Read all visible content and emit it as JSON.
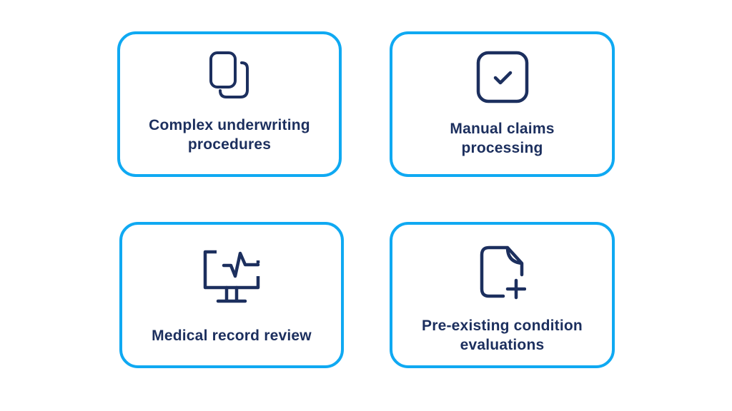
{
  "colors": {
    "card_border": "#0fa9f2",
    "icon_stroke": "#1c2f5e",
    "text": "#1c2f5e",
    "background": "#ffffff"
  },
  "cards": [
    {
      "icon": "copy-documents-icon",
      "label": "Complex underwriting\nprocedures"
    },
    {
      "icon": "checkbox-icon",
      "label": "Manual claims\nprocessing"
    },
    {
      "icon": "monitor-heartbeat-icon",
      "label": "Medical record review"
    },
    {
      "icon": "file-add-icon",
      "label": "Pre-existing condition\nevaluations"
    }
  ]
}
